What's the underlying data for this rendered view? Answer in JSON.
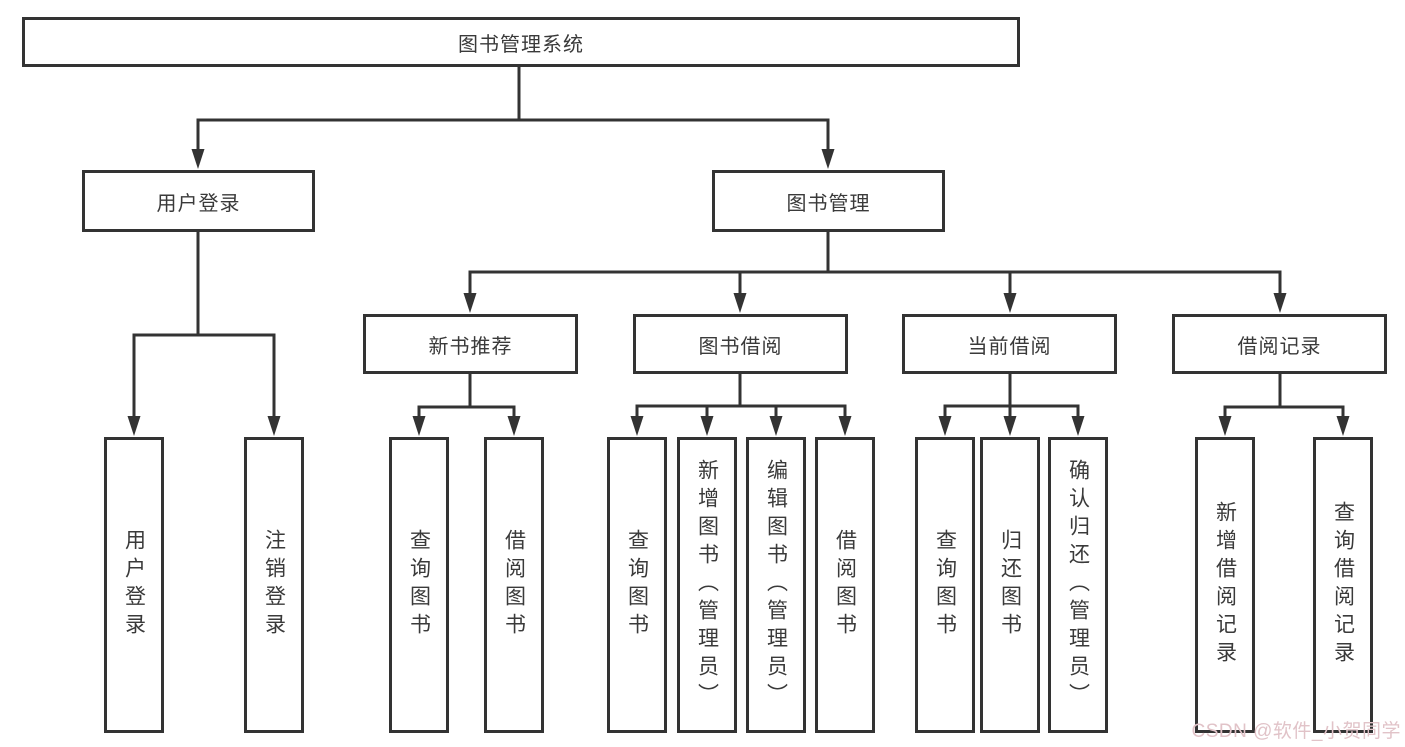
{
  "colors": {
    "line": "#333333",
    "text": "#3a3a3a",
    "bg": "#ffffff",
    "watermark": "#e1c3c8"
  },
  "watermark": {
    "text": "CSDN @软件_小贺同学"
  },
  "tree": {
    "root": {
      "label": "图书管理系统"
    },
    "branches": [
      {
        "label": "用户登录",
        "children": [
          {
            "label": "用户登录"
          },
          {
            "label": "注销登录"
          }
        ]
      },
      {
        "label": "图书管理",
        "children": [
          {
            "label": "新书推荐",
            "children": [
              {
                "label": "查询图书"
              },
              {
                "label": "借阅图书"
              }
            ]
          },
          {
            "label": "图书借阅",
            "children": [
              {
                "label": "查询图书"
              },
              {
                "label": "新增图书（管理员）"
              },
              {
                "label": "编辑图书（管理员）"
              },
              {
                "label": "借阅图书"
              }
            ]
          },
          {
            "label": "当前借阅",
            "children": [
              {
                "label": "查询图书"
              },
              {
                "label": "归还图书"
              },
              {
                "label": "确认归还（管理员）"
              }
            ]
          },
          {
            "label": "借阅记录",
            "children": [
              {
                "label": "新增借阅记录"
              },
              {
                "label": "查询借阅记录"
              }
            ]
          }
        ]
      }
    ]
  }
}
